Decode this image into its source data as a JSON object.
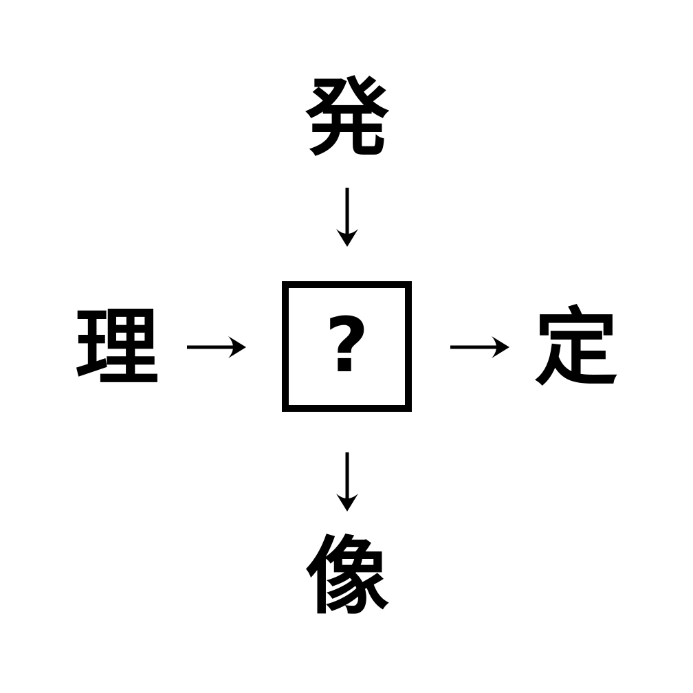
{
  "meta": {
    "description": "Kanji compound-word puzzle diagram with a missing center character",
    "background_color": "#ffffff",
    "ink_color": "#000000"
  },
  "puzzle": {
    "top_kanji": "発",
    "left_kanji": "理",
    "right_kanji": "定",
    "bottom_kanji": "像",
    "center_placeholder": "?"
  },
  "arrows": [
    {
      "name": "arrow-top-to-center",
      "direction": "down"
    },
    {
      "name": "arrow-left-to-center",
      "direction": "right"
    },
    {
      "name": "arrow-center-to-right",
      "direction": "right"
    },
    {
      "name": "arrow-center-to-bottom",
      "direction": "down"
    }
  ]
}
